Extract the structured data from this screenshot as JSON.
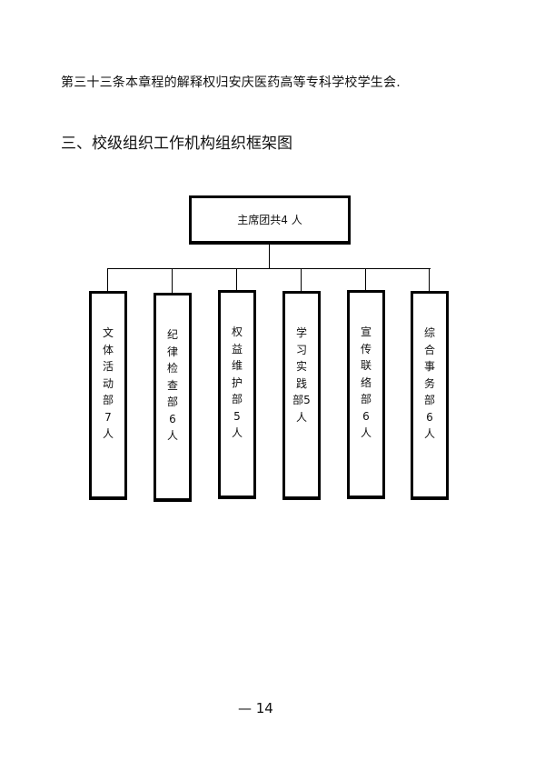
{
  "paragraph": "第三十三条本章程的解释权归安庆医药高等专科学校学生会.",
  "heading": "三、校级组织工作机构组织框架图",
  "org_chart": {
    "root": "主席团共4 人",
    "departments": [
      {
        "lines": [
          "文",
          "体",
          "活",
          "动",
          "部",
          "7",
          "人"
        ]
      },
      {
        "lines": [
          "纪",
          "律",
          "检",
          "查",
          "部",
          "6",
          "人"
        ]
      },
      {
        "lines": [
          "权",
          "益",
          "维",
          "护",
          "部",
          "5",
          "人"
        ]
      },
      {
        "lines": [
          "学",
          "习",
          "实",
          "践",
          "部5",
          "人"
        ]
      },
      {
        "lines": [
          "宣",
          "传",
          "联",
          "络",
          "部",
          "6",
          "人"
        ]
      },
      {
        "lines": [
          "综",
          "合",
          "事",
          "务",
          "部",
          "6",
          "人"
        ]
      }
    ]
  },
  "page_number": "— 14"
}
